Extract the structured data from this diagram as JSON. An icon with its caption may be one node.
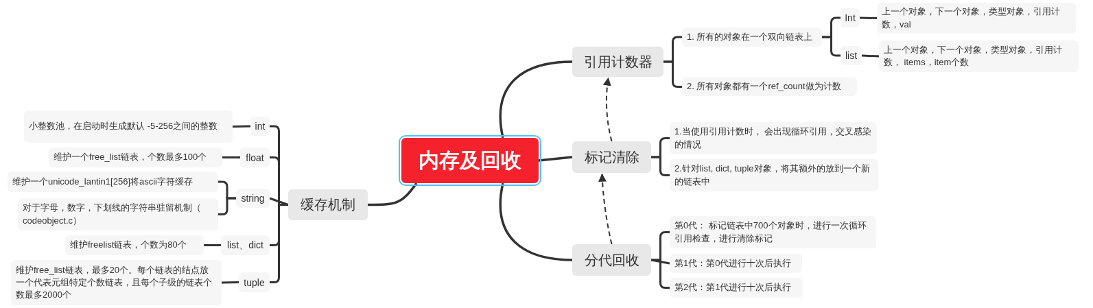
{
  "diagram": {
    "nodes": [
      {
        "text": [
          "内存及回收"
        ]
      },
      {
        "text": [
          "引用计数器"
        ]
      },
      {
        "text": [
          "1. 所有的对象在一个双向链表上"
        ]
      },
      {
        "text": [
          "Int"
        ]
      },
      {
        "text": [
          "上一个对象，下一个对象，类型对象，引用计数，val"
        ]
      },
      {
        "text": [
          "list"
        ]
      },
      {
        "text": [
          "上一个对象，下一个对象，类型对象，引用计数， items，item个数"
        ]
      },
      {
        "text": [
          "2. 所有对象都有一个ref_count做为计数"
        ]
      },
      {
        "text": [
          "标记清除"
        ]
      },
      {
        "text": [
          "1.当使用引用计数时， 会出现循环引用，交叉感染的情况"
        ]
      },
      {
        "text": [
          "2.针对list, dict, tuple对象，将其额外的放到一个新的链表中"
        ]
      },
      {
        "text": [
          "分代回收"
        ]
      },
      {
        "text": [
          "第0代： 标记链表中700个对象时，进行一次循环引用检查，进行清除标记"
        ]
      },
      {
        "text": [
          "第1代：第0代进行十次后执行"
        ]
      },
      {
        "text": [
          "第2代：第1代进行十次后执行"
        ]
      },
      {
        "text": [
          "缓存机制"
        ]
      },
      {
        "text": [
          "int"
        ]
      },
      {
        "text": [
          "小整数池，在启动时生成默认 -5-256之间的整数"
        ]
      },
      {
        "text": [
          "float"
        ]
      },
      {
        "text": [
          "维护一个free_list链表，个数最多100个"
        ]
      },
      {
        "text": [
          "string"
        ]
      },
      {
        "text": [
          "维护一个unicode_lantin1[256]将ascii字符缓存"
        ]
      },
      {
        "text": [
          "对于字母，数字，下划线的字符串驻留机制（ codeobject.c）"
        ]
      },
      {
        "text": [
          "list、dict"
        ]
      },
      {
        "text": [
          "维护freelist链表，个数为80个"
        ]
      },
      {
        "text": [
          "tuple"
        ]
      },
      {
        "text": [
          "维护free_list链表，最多20个。每个链表的结点放一个代表元组特定个数链表，且每个子级的链表个数最多2000个"
        ]
      }
    ],
    "edges": [
      {
        "from": 0,
        "to": 1,
        "arrow": "none"
      },
      {
        "from": 1,
        "to": 2,
        "arrow": "none"
      },
      {
        "from": 2,
        "to": 3,
        "arrow": "none"
      },
      {
        "from": 3,
        "to": 4,
        "arrow": "none"
      },
      {
        "from": 2,
        "to": 5,
        "arrow": "none"
      },
      {
        "from": 5,
        "to": 6,
        "arrow": "none"
      },
      {
        "from": 1,
        "to": 7,
        "arrow": "none"
      },
      {
        "from": 0,
        "to": 8,
        "arrow": "none"
      },
      {
        "from": 8,
        "to": 9,
        "arrow": "none"
      },
      {
        "from": 8,
        "to": 10,
        "arrow": "none"
      },
      {
        "from": 0,
        "to": 11,
        "arrow": "none"
      },
      {
        "from": 11,
        "to": 12,
        "arrow": "none"
      },
      {
        "from": 11,
        "to": 13,
        "arrow": "none"
      },
      {
        "from": 11,
        "to": 14,
        "arrow": "none"
      },
      {
        "from": 0,
        "to": 15,
        "arrow": "none"
      },
      {
        "from": 15,
        "to": 16,
        "arrow": "none"
      },
      {
        "from": 16,
        "to": 17,
        "arrow": "none"
      },
      {
        "from": 15,
        "to": 18,
        "arrow": "none"
      },
      {
        "from": 18,
        "to": 19,
        "arrow": "none"
      },
      {
        "from": 15,
        "to": 20,
        "arrow": "none"
      },
      {
        "from": 20,
        "to": 21,
        "arrow": "none"
      },
      {
        "from": 20,
        "to": 22,
        "arrow": "none"
      },
      {
        "from": 15,
        "to": 23,
        "arrow": "none"
      },
      {
        "from": 23,
        "to": 24,
        "arrow": "none"
      },
      {
        "from": 15,
        "to": 25,
        "arrow": "none"
      },
      {
        "from": 25,
        "to": 26,
        "arrow": "none"
      },
      {
        "from": 8,
        "to": 1,
        "arrow": "to",
        "style": "dashed"
      },
      {
        "from": 11,
        "to": 8,
        "arrow": "to",
        "style": "dashed"
      }
    ]
  }
}
